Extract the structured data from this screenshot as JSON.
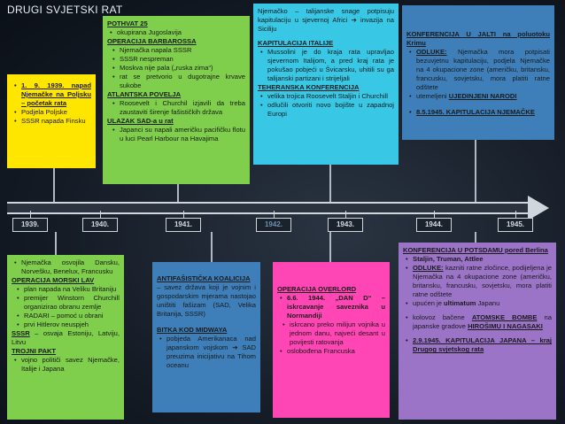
{
  "title": "DRUGI SVJETSKI RAT",
  "years": [
    "1939.",
    "1940.",
    "1941.",
    "1942.",
    "1943.",
    "1944.",
    "1945."
  ],
  "box_1939_top": {
    "items": [
      "1. 9. 1939. napad Njemačke na Poljsku – početak rata",
      "Podjela Poljske",
      "SSSR napada Finsku"
    ]
  },
  "box_1941_top": {
    "h1": "POTHVAT 25",
    "i1": [
      "okupirana Jugoslavija"
    ],
    "h2": "OPERACIJA BARBAROSSA",
    "i2": [
      "Njemačka napala SSSR",
      "SSSR nespreman",
      "Moskva nije pala („ruska zima“)",
      "rat se pretvorio u dugotrajne krvave sukobe"
    ],
    "h3": "ATLANTSKA POVELJA",
    "i3": [
      "Roosevelt i Churchil izjavili da treba zaustaviti širenje fašističkih država"
    ],
    "h4": "ULAZAK SAD-a u rat",
    "i4": [
      "Japanci su napali američku pacifičku flotu u luci Pearl Harbour na Havajima"
    ]
  },
  "box_1943_top": {
    "intro": "Njemačko – talijanske snage potpisuju kapitulaciju u sjevernoj Africi ➔ invazija na Siciliju",
    "h1": "KAPITULACIJA ITALIJE",
    "i1": [
      "Mussolini je do kraja rata upravljao sjevernom Italijom, a pred kraj rata je pokušao pobjeći u Švicarsku, uhitili su ga talijanski partizani i strijeljali"
    ],
    "h2": "TEHERANSKA KONFERENCIJA",
    "i2": [
      "velika trojica Roosevelt Staljin i Churchill",
      "odlučili otvoriti novo bojište u zapadnoj Europi"
    ]
  },
  "box_1945_top": {
    "h1": "KONFERENCIJA U JALTI na poluotoku Krimu",
    "label": "ODLUKE:",
    "t1": "Njemačka mora potpisati bezuvjetnu kapitulaciju, podjela Njemačke na 4 okupacione zone (američku, britansku, francusku, sovjetsku, mora platiti ratne odštete",
    "t2a": "utemeljeni ",
    "t2b": "UJEDINJENI NARODI",
    "t3": "8.5.1945. KAPITULACIJA NJEMAČKE"
  },
  "box_1940_bottom": {
    "i1": [
      "Njemačka osvojila Dansku, Norvešku, Benelux, Francusku"
    ],
    "h1": "OPERACIJA MORSKI LAV",
    "i2": [
      "plan napada na Veliku Britaniju",
      "premijer Winstorn Churchill organizirao obranu zemlje",
      "RADARI – pomoć u obrani",
      "prvi Hitlerov neuspjeh"
    ],
    "h2": "SSSR",
    "t2": " – osvaja Estoniju, Latviju, Litvu",
    "h3": "TROJNI PAKT",
    "i3": [
      "vojno političi savez Njemačke, Italije i Japana"
    ]
  },
  "box_1941_bottom": {
    "h1": "ANTIFAŠISTIČKA KOALICIJA",
    "t1": "– savez država koji je vojnim i gospodarskim mjerama nastojao uništiti fašizam (SAD, Velika Britanija, SSSR)",
    "h2": "BITKA KOD MIDWAYA",
    "i2": [
      "pobjeda Amerikanaca nad japanskom vojskom ➔ SAD preuzima inicijativu na Tihom oceanu"
    ]
  },
  "box_1944_bottom": {
    "h1": "OPERACIJA OVERLORD",
    "i1": [
      "6.6. 1944. „DAN D“ – iskrcavanje saveznika u Normandiji"
    ],
    "i2": [
      "iskrcano preko milijun vojnika u jednom danu, najveći desant u povijesti ratovanja",
      "oslobođena Francuska"
    ]
  },
  "box_1945_bottom": {
    "h1": "KONFERENCIJA U POTSDAMU pored Berlina",
    "i1": "Staljin, Truman, Attlee",
    "label": "ODLUKE:",
    "t2": "kazniti ratne zločince, podijeljena je Njemačka na 4 okupacione zone (američku, britansku, francusku, sovjetsku, mora platiti ratne odštete",
    "t3a": "upućen je ",
    "t3b": "ultimatum",
    "t3c": " Japanu",
    "t4a": "kolovoz bačene ",
    "t4b": "ATOMSKE BOMBE",
    "t4c": " na japanske gradove ",
    "t4d": "HIROŠIMU I NAGASAKI",
    "t5": "2.9.1945. KAPITULACIJA JAPANA – kraj Drugog svjetskog rata"
  },
  "colors": {
    "yellow": "#ffe600",
    "green": "#7fcf4c",
    "cyan": "#38c8e6",
    "magenta": "#ff46b4",
    "blue": "#3f7fb9",
    "violet": "#9b74c8"
  }
}
